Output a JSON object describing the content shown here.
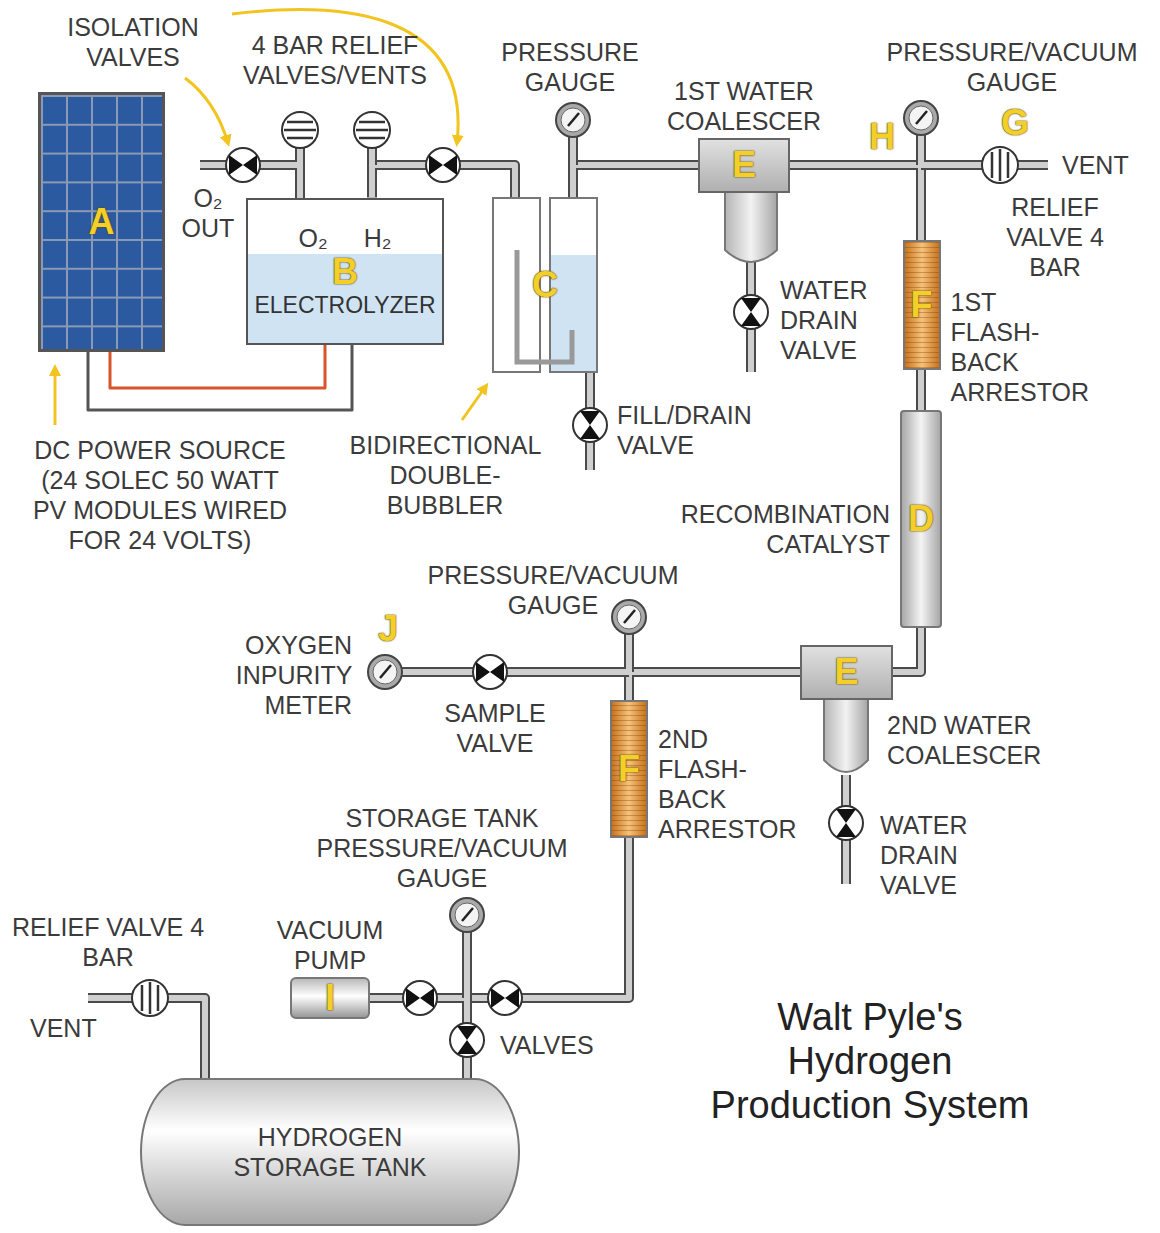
{
  "diagram": {
    "title": "Walt Pyle's Hydrogen Production System",
    "nodes": [
      {
        "text": [
          "A"
        ]
      },
      {
        "text": [
          "O₂",
          "H₂",
          "B",
          "ELECTROLYZER"
        ]
      },
      {
        "text": [
          "C"
        ]
      },
      {
        "text": [
          "1ST WATER COALESCER",
          "E"
        ]
      },
      {
        "text": [
          "F",
          "1ST FLASH-BACK ARRESTOR"
        ]
      },
      {
        "text": [
          "D",
          "RECOMBINATION CATALYST"
        ]
      },
      {
        "text": [
          "E",
          "2ND WATER COALESCER"
        ]
      },
      {
        "text": [
          "F",
          "2ND FLASH-BACK ARRESTOR"
        ]
      },
      {
        "text": [
          "VACUUM PUMP",
          "I"
        ]
      },
      {
        "text": [
          "HYDROGEN STORAGE TANK"
        ]
      }
    ],
    "edges": [
      {
        "from": 0,
        "to": 1,
        "arrow": "none"
      },
      {
        "from": 0,
        "to": 1,
        "arrow": "none"
      },
      {
        "from": 1,
        "to": 2,
        "arrow": "none"
      },
      {
        "from": 2,
        "to": 3,
        "arrow": "none"
      },
      {
        "from": 3,
        "to": 4,
        "arrow": "none"
      },
      {
        "from": 4,
        "to": 5,
        "arrow": "none"
      },
      {
        "from": 5,
        "to": 6,
        "arrow": "none"
      },
      {
        "from": 6,
        "to": 7,
        "arrow": "none"
      },
      {
        "from": 7,
        "to": 9,
        "arrow": "none"
      },
      {
        "from": 8,
        "to": 9,
        "arrow": "none"
      }
    ],
    "labels": [
      "ISOLATION VALVES",
      "4 BAR RELIEF VALVES/VENTS",
      "PRESSURE GAUGE",
      "PRESSURE/VACUUM GAUGE",
      "H",
      "G",
      "VENT",
      "RELIEF VALVE 4 BAR",
      "O₂ OUT",
      "WATER DRAIN VALVE",
      "DC POWER SOURCE (24 SOLEC 50 WATT PV MODULES WIRED FOR 24 VOLTS)",
      "BIDIRECTIONAL DOUBLE-BUBBLER",
      "FILL/DRAIN VALVE",
      "J",
      "OXYGEN INPURITY METER",
      "SAMPLE VALVE",
      "PRESSURE/VACUUM GAUGE",
      "WATER DRAIN VALVE",
      "STORAGE TANK PRESSURE/VACUUM GAUGE",
      "RELIEF VALVE 4 BAR",
      "VENT",
      "VALVES"
    ]
  }
}
